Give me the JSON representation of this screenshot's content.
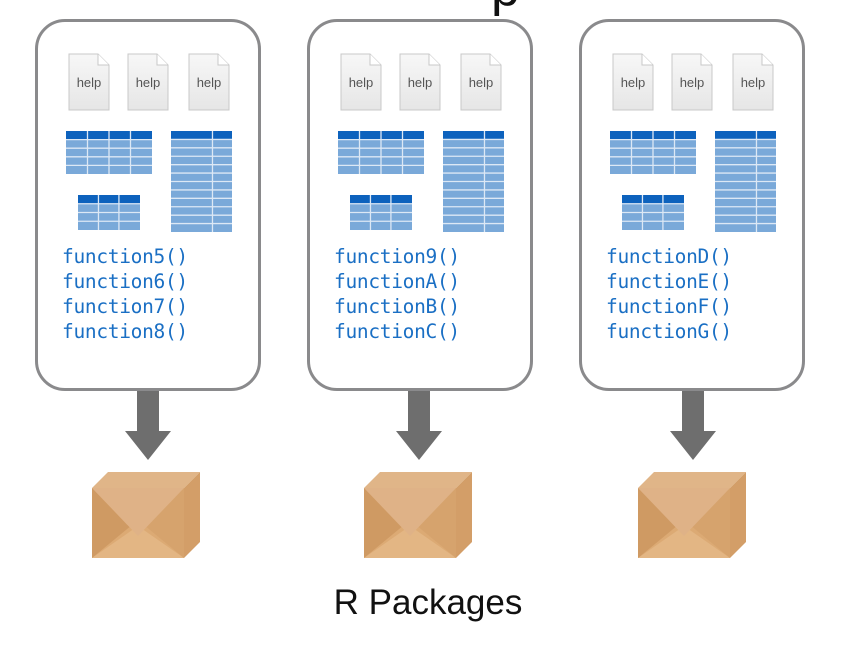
{
  "title_fragment": "p",
  "packages": [
    {
      "help_labels": [
        "help",
        "help",
        "help"
      ],
      "functions": [
        "function5()",
        "function6()",
        "function7()",
        "function8()"
      ]
    },
    {
      "help_labels": [
        "help",
        "help",
        "help"
      ],
      "functions": [
        "function9()",
        "functionA()",
        "functionB()",
        "functionC()"
      ]
    },
    {
      "help_labels": [
        "help",
        "help",
        "help"
      ],
      "functions": [
        "functionD()",
        "functionE()",
        "functionF()",
        "functionG()"
      ]
    }
  ],
  "caption": "R Packages",
  "colors": {
    "box_border": "#8a8a8c",
    "function_text": "#1a6fc4",
    "table_header": "#0d62bd",
    "table_cell": "#7aa9d9",
    "arrow": "#6e6e6e",
    "package_body": "#dcaa74"
  }
}
